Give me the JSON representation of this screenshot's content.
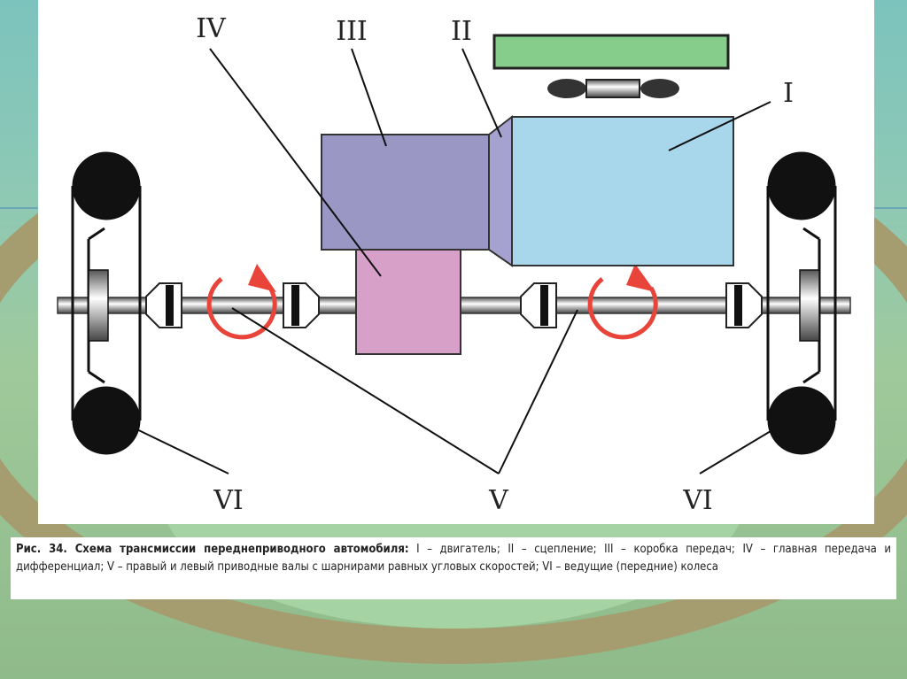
{
  "diagram": {
    "labels": {
      "I": "I",
      "II": "II",
      "III": "III",
      "IV": "IV",
      "V": "V",
      "VI_left": "VI",
      "VI_right": "VI"
    },
    "colors": {
      "engine": "#a8d6ea",
      "clutch": "#a6a2cf",
      "gearbox": "#9a97c5",
      "final_drive": "#d7a0c8",
      "radiator": "#86cc8a",
      "rotation_arrow": "#e8443a"
    }
  },
  "caption": {
    "title": "Рис. 34. Схема трансмиссии переднеприводного автомобиля:",
    "text": " I – двигатель; II – сцепление; III – коробка передач; IV – главная передача и дифференциал; V – правый и левый приводные валы с шарнирами равных угловых скоростей; VI – ведущие (передние) колеса"
  }
}
